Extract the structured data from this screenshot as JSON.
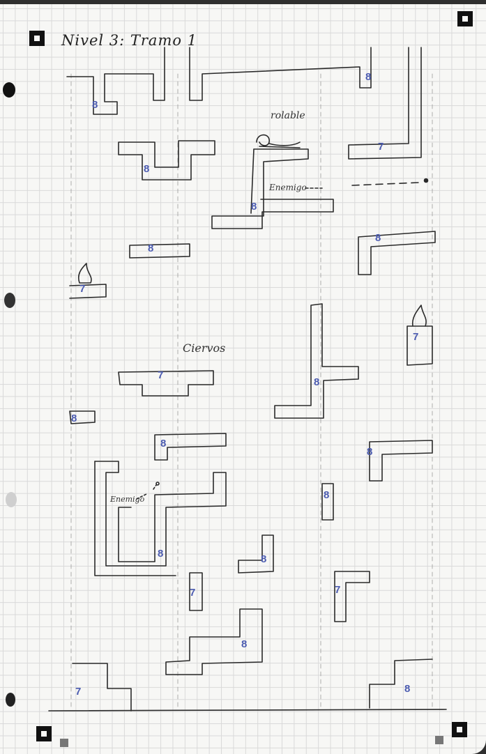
{
  "title": "Nivel 3: Tramo 1",
  "labels": {
    "rolled": "rolable",
    "enemy_top": "Enemigo",
    "enemy_left": "Enemigo",
    "deer": "Ciervos"
  },
  "numbers": [
    "8",
    "8",
    "8",
    "7",
    "8",
    "8",
    "8",
    "8",
    "7",
    "7",
    "7",
    "8",
    "8",
    "8",
    "8",
    "8",
    "8",
    "7",
    "7",
    "8",
    "7",
    "8"
  ],
  "colors": {
    "ink": "#222222",
    "number": "#4b5bb0",
    "paper": "#f7f7f5",
    "grid": "#d9d9d9"
  }
}
